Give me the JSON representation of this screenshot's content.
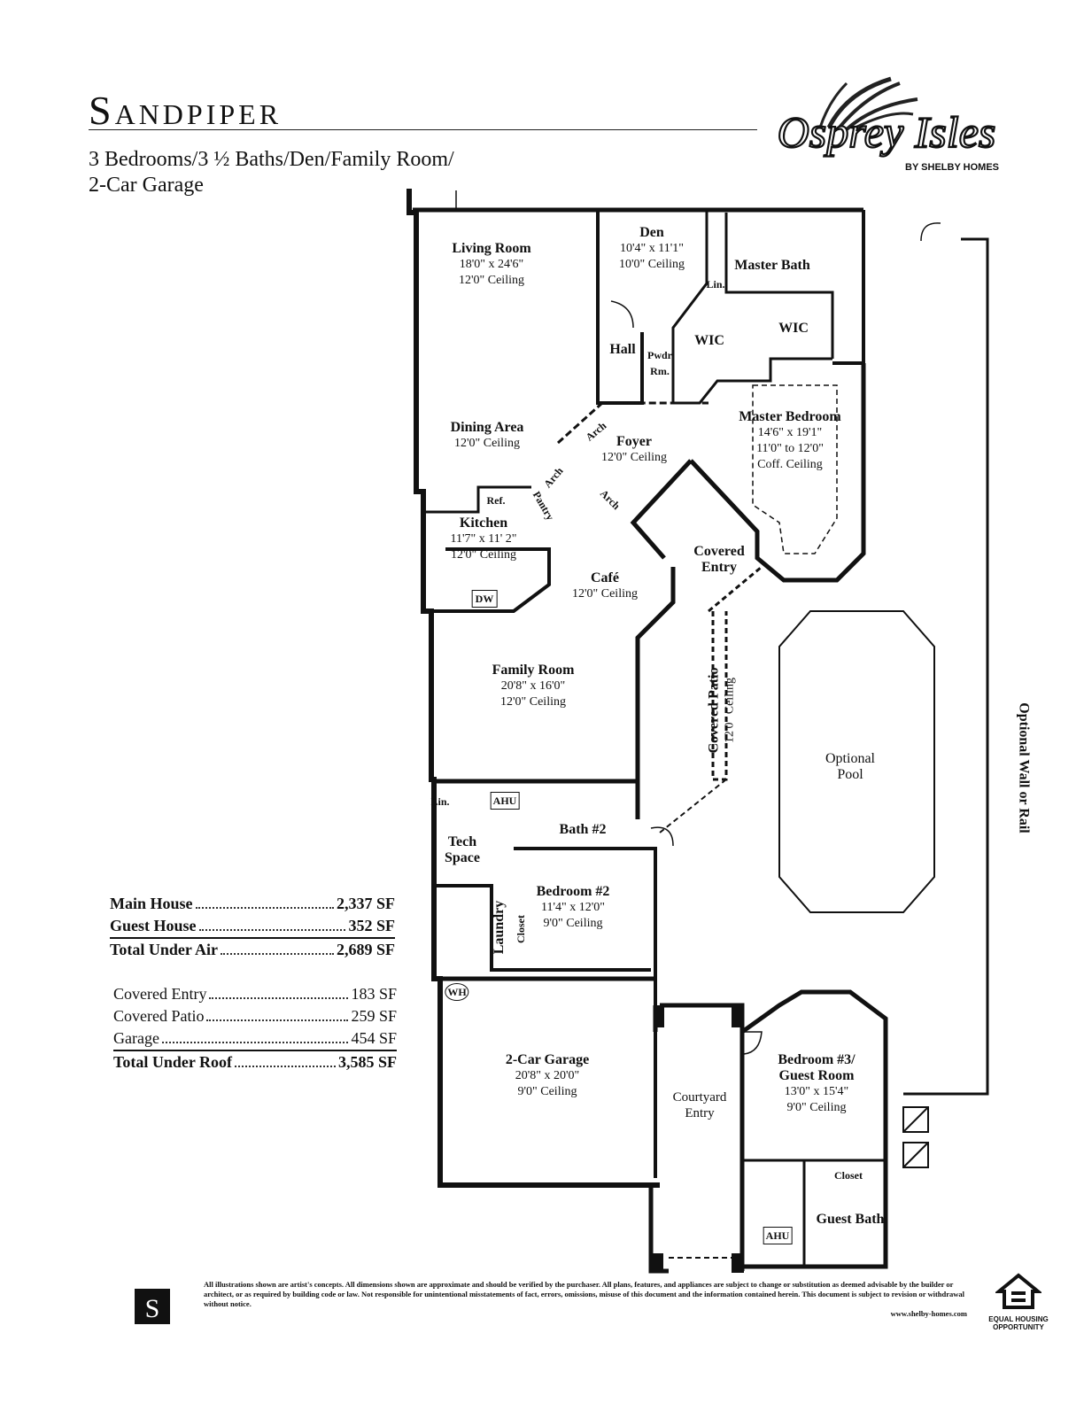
{
  "header": {
    "title": "Sandpiper",
    "subtitle_line1": "3 Bedrooms/3 ½ Baths/Den/Family Room/",
    "subtitle_line2": "2-Car Garage",
    "logo_text": "Osprey Isles",
    "logo_subtext": "BY SHELBY HOMES"
  },
  "rooms": {
    "living": {
      "name": "Living Room",
      "dims": "18'0\" x 24'6\"",
      "ceiling": "12'0\" Ceiling"
    },
    "den": {
      "name": "Den",
      "dims": "10'4\" x 11'1\"",
      "ceiling": "10'0\" Ceiling"
    },
    "master_bath": {
      "name": "Master Bath"
    },
    "hall": {
      "name": "Hall"
    },
    "pwdr": {
      "name": "Pwdr Rm."
    },
    "wic1": {
      "name": "WIC"
    },
    "wic2": {
      "name": "WIC"
    },
    "lin1": {
      "name": "Lin."
    },
    "dining": {
      "name": "Dining Area",
      "ceiling": "12'0\" Ceiling"
    },
    "foyer": {
      "name": "Foyer",
      "ceiling": "12'0\" Ceiling"
    },
    "arch1": {
      "name": "Arch"
    },
    "arch2": {
      "name": "Arch"
    },
    "arch3": {
      "name": "Arch"
    },
    "master_bed": {
      "name": "Master Bedroom",
      "dims": "14'6\" x 19'1\"",
      "ceiling": "11'0\" to 12'0\"",
      "ceiling2": "Coff. Ceiling"
    },
    "kitchen": {
      "name": "Kitchen",
      "dims": "11'7\" x 11' 2\"",
      "ceiling": "12'0\" Ceiling"
    },
    "ref": {
      "name": "Ref."
    },
    "pantry": {
      "name": "Pantry"
    },
    "dw": {
      "name": "DW"
    },
    "covered_entry": {
      "name": "Covered",
      "name2": "Entry"
    },
    "cafe": {
      "name": "Café",
      "ceiling": "12'0\" Ceiling"
    },
    "family": {
      "name": "Family Room",
      "dims": "20'8\" x 16'0\"",
      "ceiling": "12'0\" Ceiling"
    },
    "covered_patio": {
      "name": "Covered Patio",
      "ceiling": "12'0\" Ceiling"
    },
    "pool": {
      "name": "Optional",
      "name2": "Pool"
    },
    "optional_wall": {
      "name": "Optional Wall or Rail"
    },
    "bath2": {
      "name": "Bath #2"
    },
    "ahu1": {
      "name": "AHU"
    },
    "lin2": {
      "name": "Lin."
    },
    "tech": {
      "name": "Tech",
      "name2": "Space"
    },
    "bed2": {
      "name": "Bedroom #2",
      "dims": "11'4\" x 12'0\"",
      "ceiling": "9'0\" Ceiling"
    },
    "laundry": {
      "name": "Laundry"
    },
    "closet1": {
      "name": "Closet"
    },
    "wh": {
      "name": "WH"
    },
    "garage": {
      "name": "2-Car Garage",
      "dims": "20'8\" x 20'0\"",
      "ceiling": "9'0\" Ceiling"
    },
    "courtyard": {
      "name": "Courtyard",
      "name2": "Entry"
    },
    "bed3": {
      "name": "Bedroom #3/",
      "name2": "Guest Room",
      "dims": "13'0\" x 15'4\"",
      "ceiling": "9'0\" Ceiling"
    },
    "closet2": {
      "name": "Closet"
    },
    "guest_bath": {
      "name": "Guest Bath"
    },
    "ahu2": {
      "name": "AHU"
    }
  },
  "areas": {
    "under_air": [
      {
        "label": "Main House",
        "value": "2,337 SF"
      },
      {
        "label": "Guest House",
        "value": "352 SF"
      }
    ],
    "total_under_air": {
      "label": "Total Under Air",
      "value": "2,689 SF"
    },
    "under_roof": [
      {
        "label": "Covered Entry",
        "value": "183 SF"
      },
      {
        "label": "Covered Patio",
        "value": "259 SF"
      },
      {
        "label": "Garage",
        "value": "454 SF"
      }
    ],
    "total_under_roof": {
      "label": "Total Under Roof",
      "value": "3,585 SF"
    }
  },
  "footer": {
    "disclaimer": "All illustrations shown are artist's concepts. All dimensions shown are approximate and should be verified by the purchaser. All plans, features, and appliances are subject to change or substitution as deemed advisable by the builder or architect, or as required by building code or law. Not responsible for unintentional misstatements of fact, errors, omissions, misuse of this document and the information contained herein. This document is subject to revision or withdrawal without notice.",
    "website": "www.shelby-homes.com",
    "builder_logo_text": "S",
    "eho_text": "EQUAL HOUSING OPPORTUNITY"
  }
}
